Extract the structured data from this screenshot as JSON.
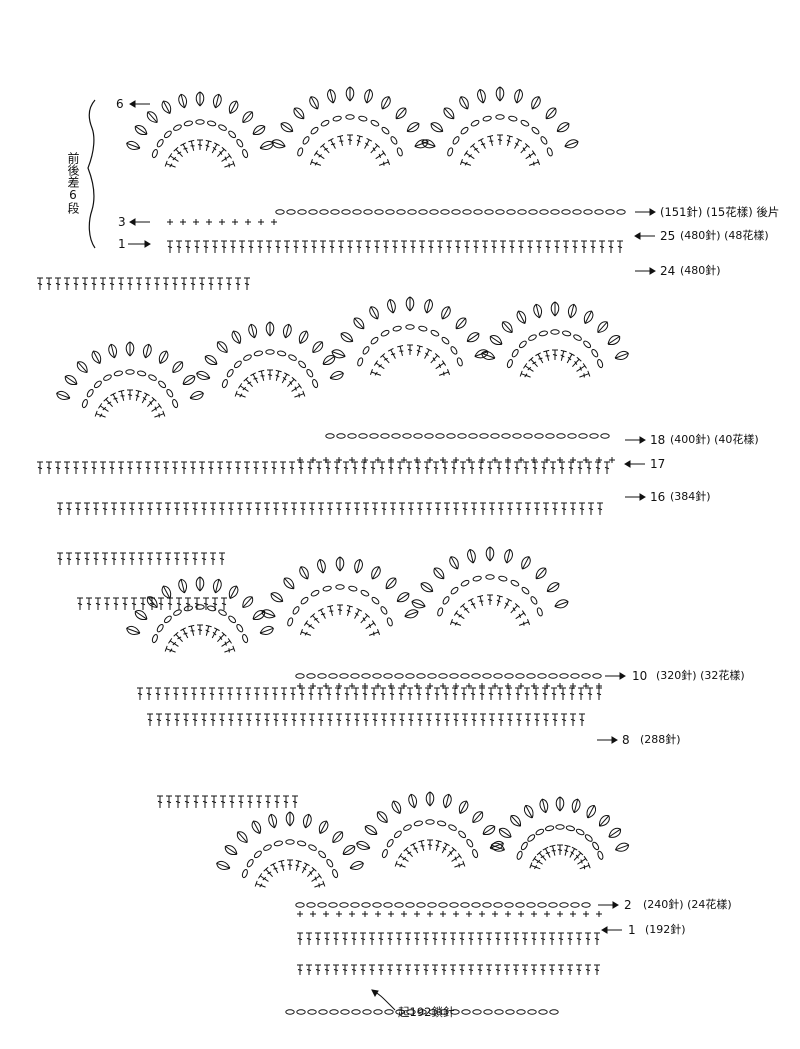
{
  "side_note": "前後差6段",
  "labels": {
    "r6": "6",
    "r3": "3",
    "r1": "1",
    "back": "(151針) (15花樣) 後片",
    "r25": "25",
    "r25_detail": "(480針) (48花樣)",
    "r24": "24",
    "r24_detail": "(480針)",
    "r18": "18",
    "r18_detail": "(400針) (40花樣)",
    "r17": "17",
    "r16": "16",
    "r16_detail": "(384針)",
    "r10": "10",
    "r10_detail": "(320針) (32花樣)",
    "r8": "8",
    "r8_detail": "(288針)",
    "r2": "2",
    "r2_detail": "(240針) (24花樣)",
    "r1b": "1",
    "r1b_detail": "(192針)",
    "start": "起192鎖針"
  },
  "colors": {
    "ink": "#111111",
    "paper": "#ffffff"
  }
}
